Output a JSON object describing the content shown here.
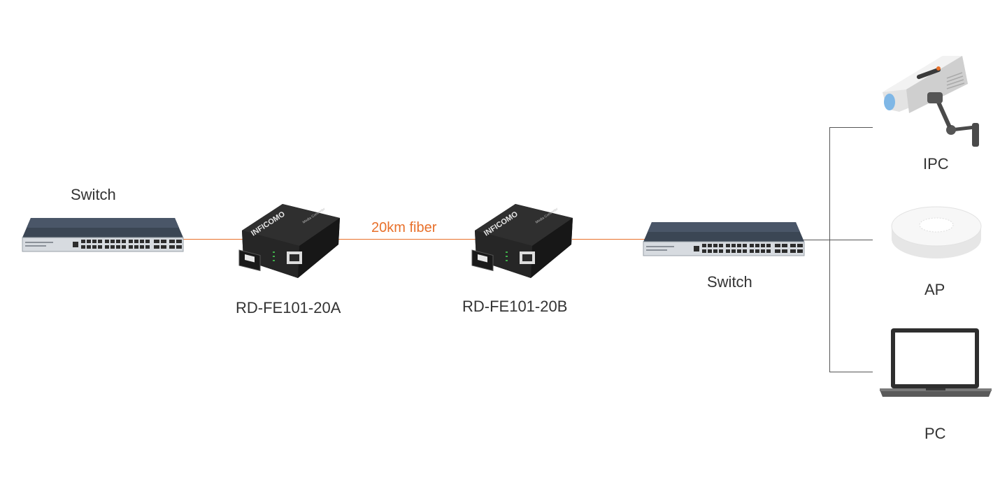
{
  "diagram": {
    "switch_left_label": "Switch",
    "converter_a_label": "RD-FE101-20A",
    "fiber_label": "20km fiber",
    "converter_b_label": "RD-FE101-20B",
    "switch_right_label": "Switch",
    "ipc_label": "IPC",
    "ap_label": "AP",
    "pc_label": "PC",
    "brand_text": "INFICOMO",
    "converter_title_text": "Media Converter"
  },
  "colors": {
    "fiber_link": "#e8702a",
    "branch_line": "#555555",
    "switch_top": "#3b4654",
    "converter_body": "#2a2a2a"
  }
}
